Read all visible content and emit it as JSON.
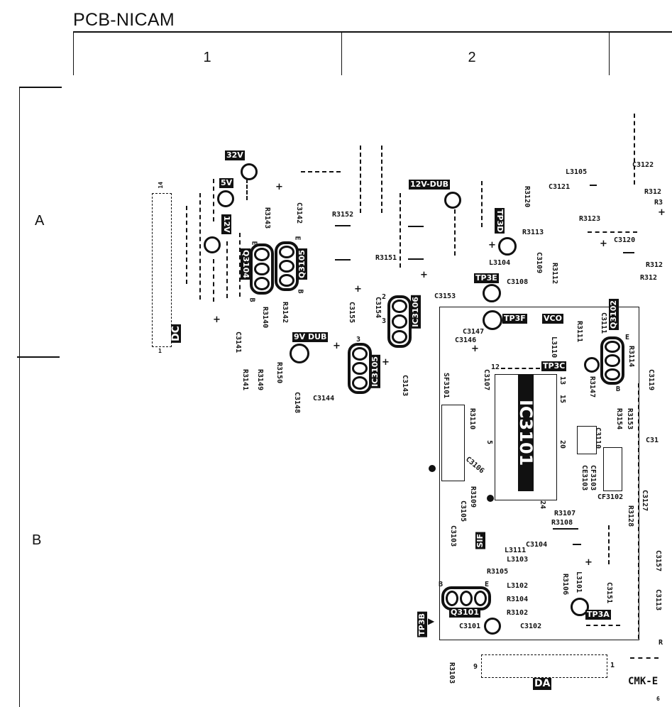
{
  "title": "PCB-NICAM",
  "grid": {
    "columns": [
      "1",
      "2"
    ],
    "rows": [
      "A",
      "B"
    ]
  },
  "connectors": {
    "dc": {
      "label": "DC",
      "pin_top": "14",
      "pin_bottom": "1"
    },
    "da": {
      "label": "DA",
      "pin_left": "9",
      "pin_right": "1"
    }
  },
  "tags": {
    "v32": "32V",
    "v5": "5V",
    "v12": "12V",
    "v12dub": "12V-DUB",
    "v9dub": "9V DUB",
    "tp3d": "TP3D",
    "tp3e": "TP3E",
    "tp3f": "TP3F",
    "vco": "VCO",
    "tp3c": "TP3C",
    "tp3a": "TP3A",
    "tp3b": "TP3B",
    "sif": "SIF",
    "q3104": "Q3104",
    "q3105": "Q3105",
    "q3102": "Q3102",
    "q3101": "Q3101",
    "ic3106": "IC3106",
    "ic3105": "IC3105",
    "ic3101": "IC3101"
  },
  "pins": {
    "e": "E",
    "b": "B",
    "p1": "1",
    "p2": "2",
    "p3": "3",
    "p5": "5",
    "p12": "12",
    "p13": "13",
    "p15": "15",
    "p20": "20",
    "p24": "24"
  },
  "components": {
    "r3143": "R3143",
    "c3142": "C3142",
    "r3152": "R3152",
    "r3151": "R3151",
    "r3140": "R3140",
    "r3142": "R3142",
    "c3141": "C3141",
    "r3141": "R3141",
    "r3149": "R3149",
    "r3150": "R3150",
    "c3148": "C3148",
    "c3144": "C3144",
    "c3155": "C3155",
    "c3154": "C3154",
    "c3153": "C3153",
    "c3143": "C3143",
    "r3120": "R3120",
    "r3113": "R3113",
    "l3104": "L3104",
    "c3109": "C3109",
    "r3112": "R3112",
    "c3108": "C3108",
    "l3105": "L3105",
    "c3121": "C3121",
    "c3122": "C3122",
    "r3123": "R3123",
    "c3120": "C3120",
    "r312a": "R312",
    "r3b": "R3",
    "r312c": "R312",
    "r312d": "R312",
    "c3147": "C3147",
    "c3146": "C3146",
    "r3111": "R3111",
    "c3111": "C3111",
    "l3110": "L3110",
    "r3114": "R3114",
    "r3147": "R3147",
    "c3107": "C3107",
    "sf3101": "SF3101",
    "c3119": "C3119",
    "r3110": "R3110",
    "c3106": "C3106",
    "r3109": "R3109",
    "c3105": "C3105",
    "r3153": "R3153",
    "r3154": "R3154",
    "c3110": "C3110",
    "c31x": "C31",
    "cf3103": "CF3103",
    "ce3103": "CE3103",
    "cf3102": "CF3102",
    "c3127": "C3127",
    "r3128": "R3128",
    "r3107": "R3107",
    "r3108": "R3108",
    "c3103": "C3103",
    "l3111": "L3111",
    "c3104": "C3104",
    "l3103": "L3103",
    "r3105": "R3105",
    "l3102": "L3102",
    "r3104": "R3104",
    "r3102": "R3102",
    "c3101": "C3101",
    "c3102": "C3102",
    "r3106": "R3106",
    "l3101": "L3101",
    "c3151": "C3151",
    "c3157": "C3157",
    "c3113": "C3113",
    "r_edge": "R",
    "r3103": "R3103"
  },
  "footer": {
    "code": "CMK-E",
    "page_mark": "6"
  }
}
